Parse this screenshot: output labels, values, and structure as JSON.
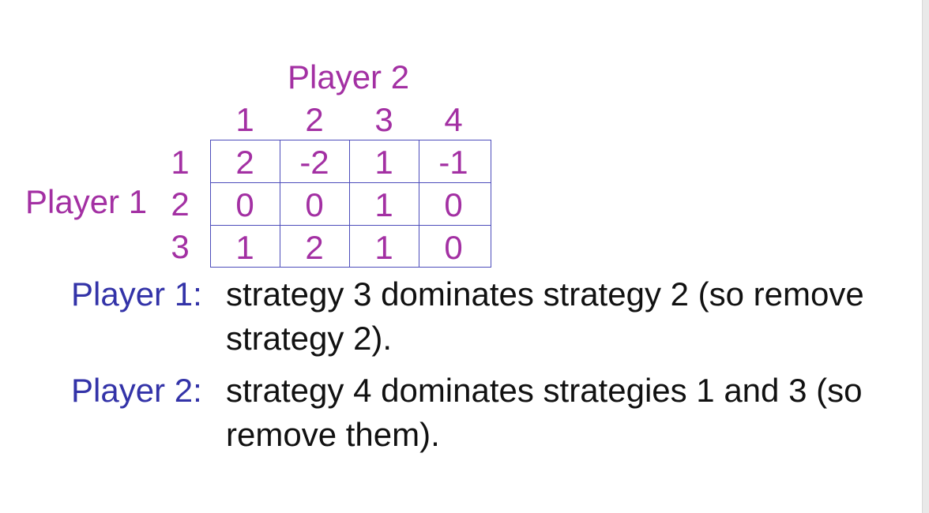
{
  "player2_label": "Player 2",
  "player1_label": "Player 1",
  "column_headers": [
    "1",
    "2",
    "3",
    "4"
  ],
  "row_headers": [
    "1",
    "2",
    "3"
  ],
  "payoff_matrix": [
    [
      "2",
      "-2",
      "1",
      "-1"
    ],
    [
      "0",
      "0",
      "1",
      "0"
    ],
    [
      "1",
      "2",
      "1",
      "0"
    ]
  ],
  "notes": [
    {
      "label": "Player 1:",
      "line1": "strategy 3 dominates strategy 2 (so remove",
      "line2": "strategy 2)."
    },
    {
      "label": "Player 2:",
      "line1": "strategy 4 dominates strategies 1 and 3 (so",
      "line2": "remove them)."
    }
  ],
  "colors": {
    "player_label": "#a330a3",
    "note_label": "#3333a8",
    "grid": "#4d4dbb",
    "body_text": "#111111"
  }
}
